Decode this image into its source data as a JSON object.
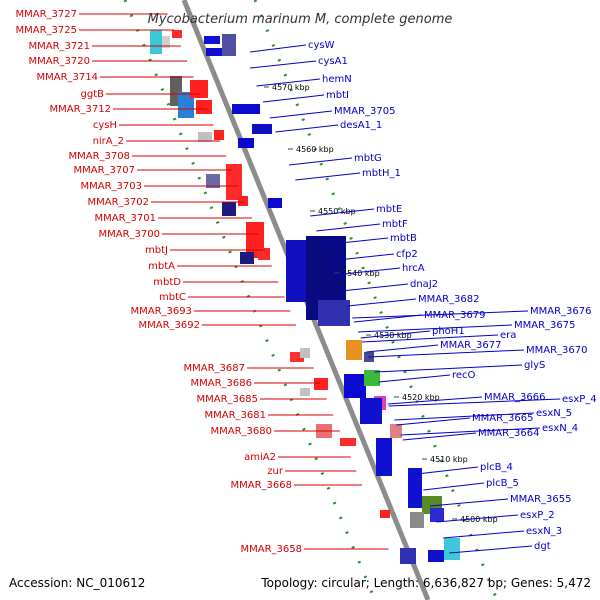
{
  "title": "Mycobacterium marinum M, complete genome",
  "footer": {
    "accession": "Accession: NC_010612",
    "summary": "Topology: circular; Length: 6,636,827 bp; Genes: 5,472"
  },
  "ticks": [
    "4570 kbp",
    "4560 kbp",
    "4550 kbp",
    "4540 kbp",
    "4530 kbp",
    "4520 kbp",
    "4510 kbp",
    "4500 kbp"
  ],
  "left_labels": [
    "MMAR_3727",
    "MMAR_3725",
    "MMAR_3721",
    "MMAR_3720",
    "MMAR_3714",
    "ggtB",
    "MMAR_3712",
    "cysH",
    "nirA_2",
    "MMAR_3708",
    "MMAR_3707",
    "MMAR_3703",
    "MMAR_3702",
    "MMAR_3701",
    "MMAR_3700",
    "mbtJ",
    "mbtA",
    "mbtD",
    "mbtC",
    "MMAR_3693",
    "MMAR_3692",
    "MMAR_3687",
    "MMAR_3686",
    "MMAR_3685",
    "MMAR_3681",
    "MMAR_3680",
    "amiA2",
    "zur",
    "MMAR_3668",
    "MMAR_3658"
  ],
  "right_labels": [
    "cysW",
    "cysA1",
    "hemN",
    "mbtI",
    "MMAR_3705",
    "desA1_1",
    "mbtG",
    "mbtH_1",
    "mbtE",
    "mbtF",
    "mbtB",
    "cfp2",
    "hrcA",
    "dnaJ2",
    "MMAR_3682",
    "MMAR_3679",
    "phoH1",
    "MMAR_3677",
    "MMAR_3676",
    "MMAR_3675",
    "era",
    "MMAR_3670",
    "recO",
    "glyS",
    "MMAR_3666",
    "esxP_4",
    "esxN_5",
    "MMAR_3665",
    "esxN_4",
    "MMAR_3664",
    "plcB_4",
    "plcB_5",
    "MMAR_3655",
    "esxP_2",
    "esxN_3",
    "dgt"
  ],
  "colors": {
    "backbone": "#8c8c8c",
    "left_label": "#d40000",
    "right_label": "#0000c8",
    "gc_ring": "#2a8f2a"
  }
}
